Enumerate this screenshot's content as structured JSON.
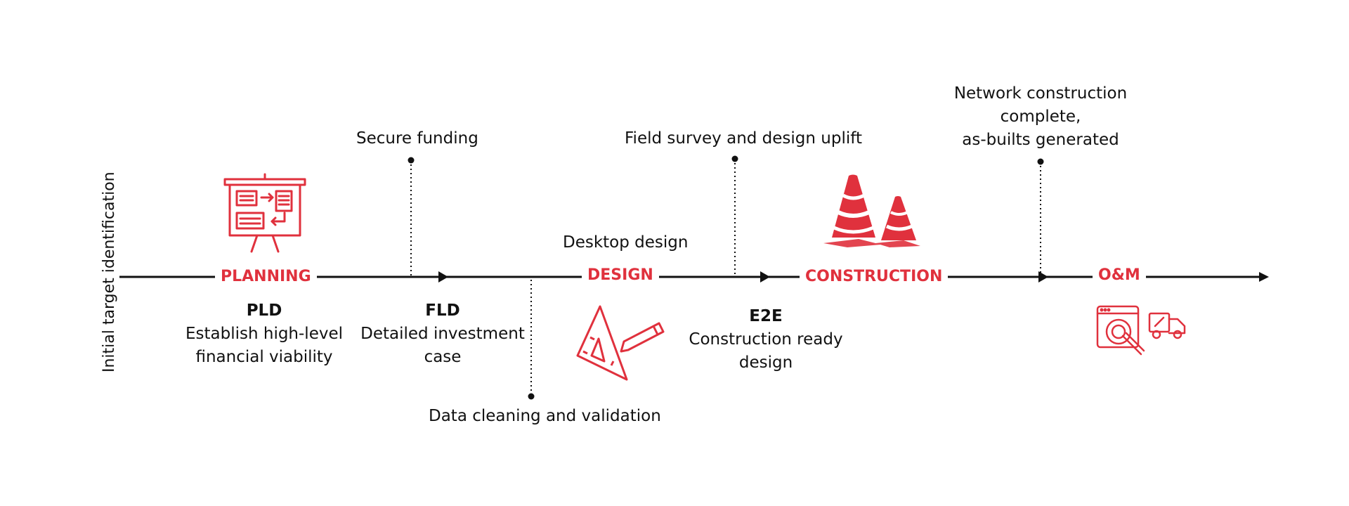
{
  "colors": {
    "accent": "#e0313d",
    "line": "#111111"
  },
  "start_label": "Initial target identification",
  "phases": [
    {
      "label": "PLANNING",
      "icon": "presentation-board-icon"
    },
    {
      "label": "DESIGN",
      "icon": "set-square-pencil-icon"
    },
    {
      "label": "CONSTRUCTION",
      "icon": "traffic-cones-icon"
    },
    {
      "label": "O&M",
      "icon": "maintenance-truck-icon"
    }
  ],
  "milestones_below": [
    {
      "code": "PLD",
      "line1": "Establish high-level",
      "line2": "financial viability"
    },
    {
      "code": "FLD",
      "line1": "Detailed investment",
      "line2": "case"
    },
    {
      "code": "E2E",
      "line1": "Construction ready",
      "line2": "design"
    }
  ],
  "callouts": {
    "secure_funding": "Secure funding",
    "data_cleaning": "Data cleaning and validation",
    "desktop_design": "Desktop design",
    "field_survey": "Field survey and design uplift",
    "network_complete": [
      "Network construction",
      "complete,",
      "as-builts generated"
    ]
  }
}
